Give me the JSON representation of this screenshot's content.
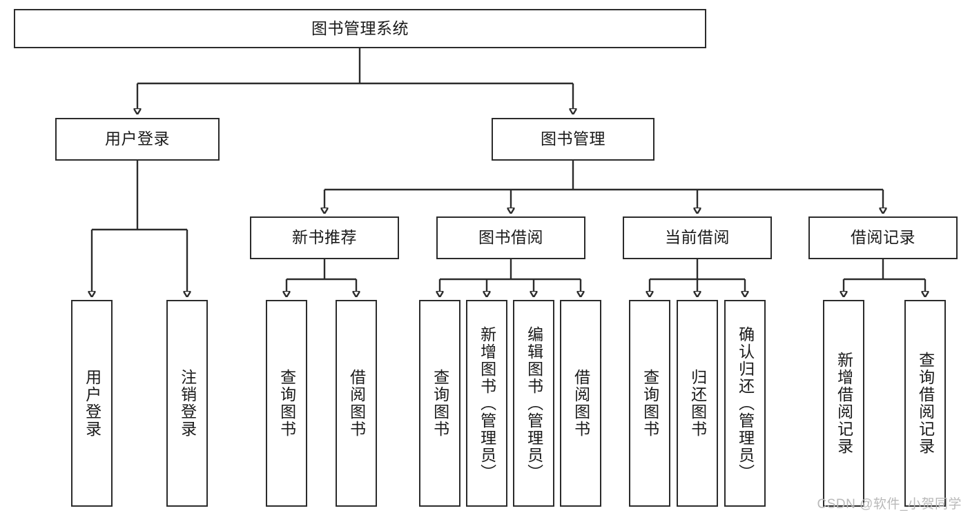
{
  "diagram": {
    "title": "图书管理系统",
    "type": "tree-hierarchy-chart",
    "watermark": "CSDN @软件_小贺同学",
    "colors": {
      "box_border": "#2b2b2b",
      "box_fill": "#ffffff",
      "edge": "#2b2b2b",
      "text": "#1a1a1a",
      "watermark": "#b9b9b9",
      "background": "#ffffff"
    }
  },
  "root": {
    "label": "图书管理系统"
  },
  "level2": [
    {
      "id": "user-login",
      "label": "用户登录"
    },
    {
      "id": "book-manage",
      "label": "图书管理"
    }
  ],
  "level3": [
    {
      "id": "new-book-recommend",
      "label": "新书推荐"
    },
    {
      "id": "book-borrow",
      "label": "图书借阅"
    },
    {
      "id": "current-borrow",
      "label": "当前借阅"
    },
    {
      "id": "borrow-record",
      "label": "借阅记录"
    }
  ],
  "leaves": {
    "user_login": [
      {
        "id": "leaf-user-login",
        "label": "用户登录"
      },
      {
        "id": "leaf-logout",
        "label": "注销登录"
      }
    ],
    "new_book_recommend": [
      {
        "id": "leaf-query-book-1",
        "label": "查询图书"
      },
      {
        "id": "leaf-borrow-book-1",
        "label": "借阅图书"
      }
    ],
    "book_borrow": [
      {
        "id": "leaf-query-book-2",
        "label": "查询图书"
      },
      {
        "id": "leaf-add-book",
        "label": "新增图书（管理员）"
      },
      {
        "id": "leaf-edit-book",
        "label": "编辑图书（管理员）"
      },
      {
        "id": "leaf-borrow-book-2",
        "label": "借阅图书"
      }
    ],
    "current_borrow": [
      {
        "id": "leaf-query-book-3",
        "label": "查询图书"
      },
      {
        "id": "leaf-return-book",
        "label": "归还图书"
      },
      {
        "id": "leaf-confirm-return",
        "label": "确认归还（管理员）"
      }
    ],
    "borrow_record": [
      {
        "id": "leaf-add-record",
        "label": "新增借阅记录"
      },
      {
        "id": "leaf-query-record",
        "label": "查询借阅记录"
      }
    ]
  }
}
